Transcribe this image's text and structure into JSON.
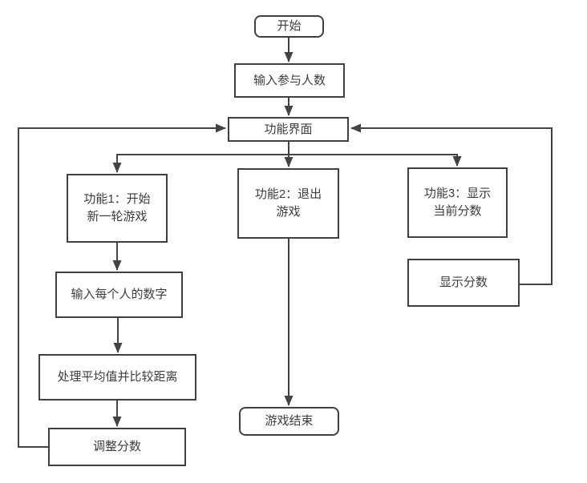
{
  "diagram": {
    "type": "flowchart",
    "language": "zh-CN",
    "colors": {
      "background": "#ffffff",
      "line": "#434343",
      "box_border": "#404040",
      "text": "#3d3d3d"
    },
    "nodes": {
      "start": {
        "label": "开始",
        "shape": "rounded-rect"
      },
      "input_players": {
        "label": "输入参与人数",
        "shape": "rect"
      },
      "menu": {
        "label": "功能界面",
        "shape": "rect"
      },
      "func1": {
        "label": "功能1：开始\n新一轮游戏",
        "shape": "rect"
      },
      "func2": {
        "label": "功能2：退出\n游戏",
        "shape": "rect"
      },
      "func3": {
        "label": "功能3：显示\n当前分数",
        "shape": "rect"
      },
      "input_numbers": {
        "label": "输入每个人的数字",
        "shape": "rect"
      },
      "process_avg": {
        "label": "处理平均值并比较距离",
        "shape": "rect"
      },
      "adjust_score": {
        "label": "调整分数",
        "shape": "rect"
      },
      "show_score": {
        "label": "显示分数",
        "shape": "rect"
      },
      "game_over": {
        "label": "游戏结束",
        "shape": "rounded-rect"
      }
    },
    "edges": [
      {
        "from": "start",
        "to": "input_players"
      },
      {
        "from": "input_players",
        "to": "menu"
      },
      {
        "from": "menu",
        "to": "func1"
      },
      {
        "from": "menu",
        "to": "func2"
      },
      {
        "from": "menu",
        "to": "func3"
      },
      {
        "from": "func1",
        "to": "input_numbers"
      },
      {
        "from": "input_numbers",
        "to": "process_avg"
      },
      {
        "from": "process_avg",
        "to": "adjust_score"
      },
      {
        "from": "adjust_score",
        "to": "menu",
        "route": "left-loop"
      },
      {
        "from": "func2",
        "to": "game_over"
      },
      {
        "from": "show_score",
        "to": "menu",
        "route": "right-loop"
      }
    ]
  }
}
